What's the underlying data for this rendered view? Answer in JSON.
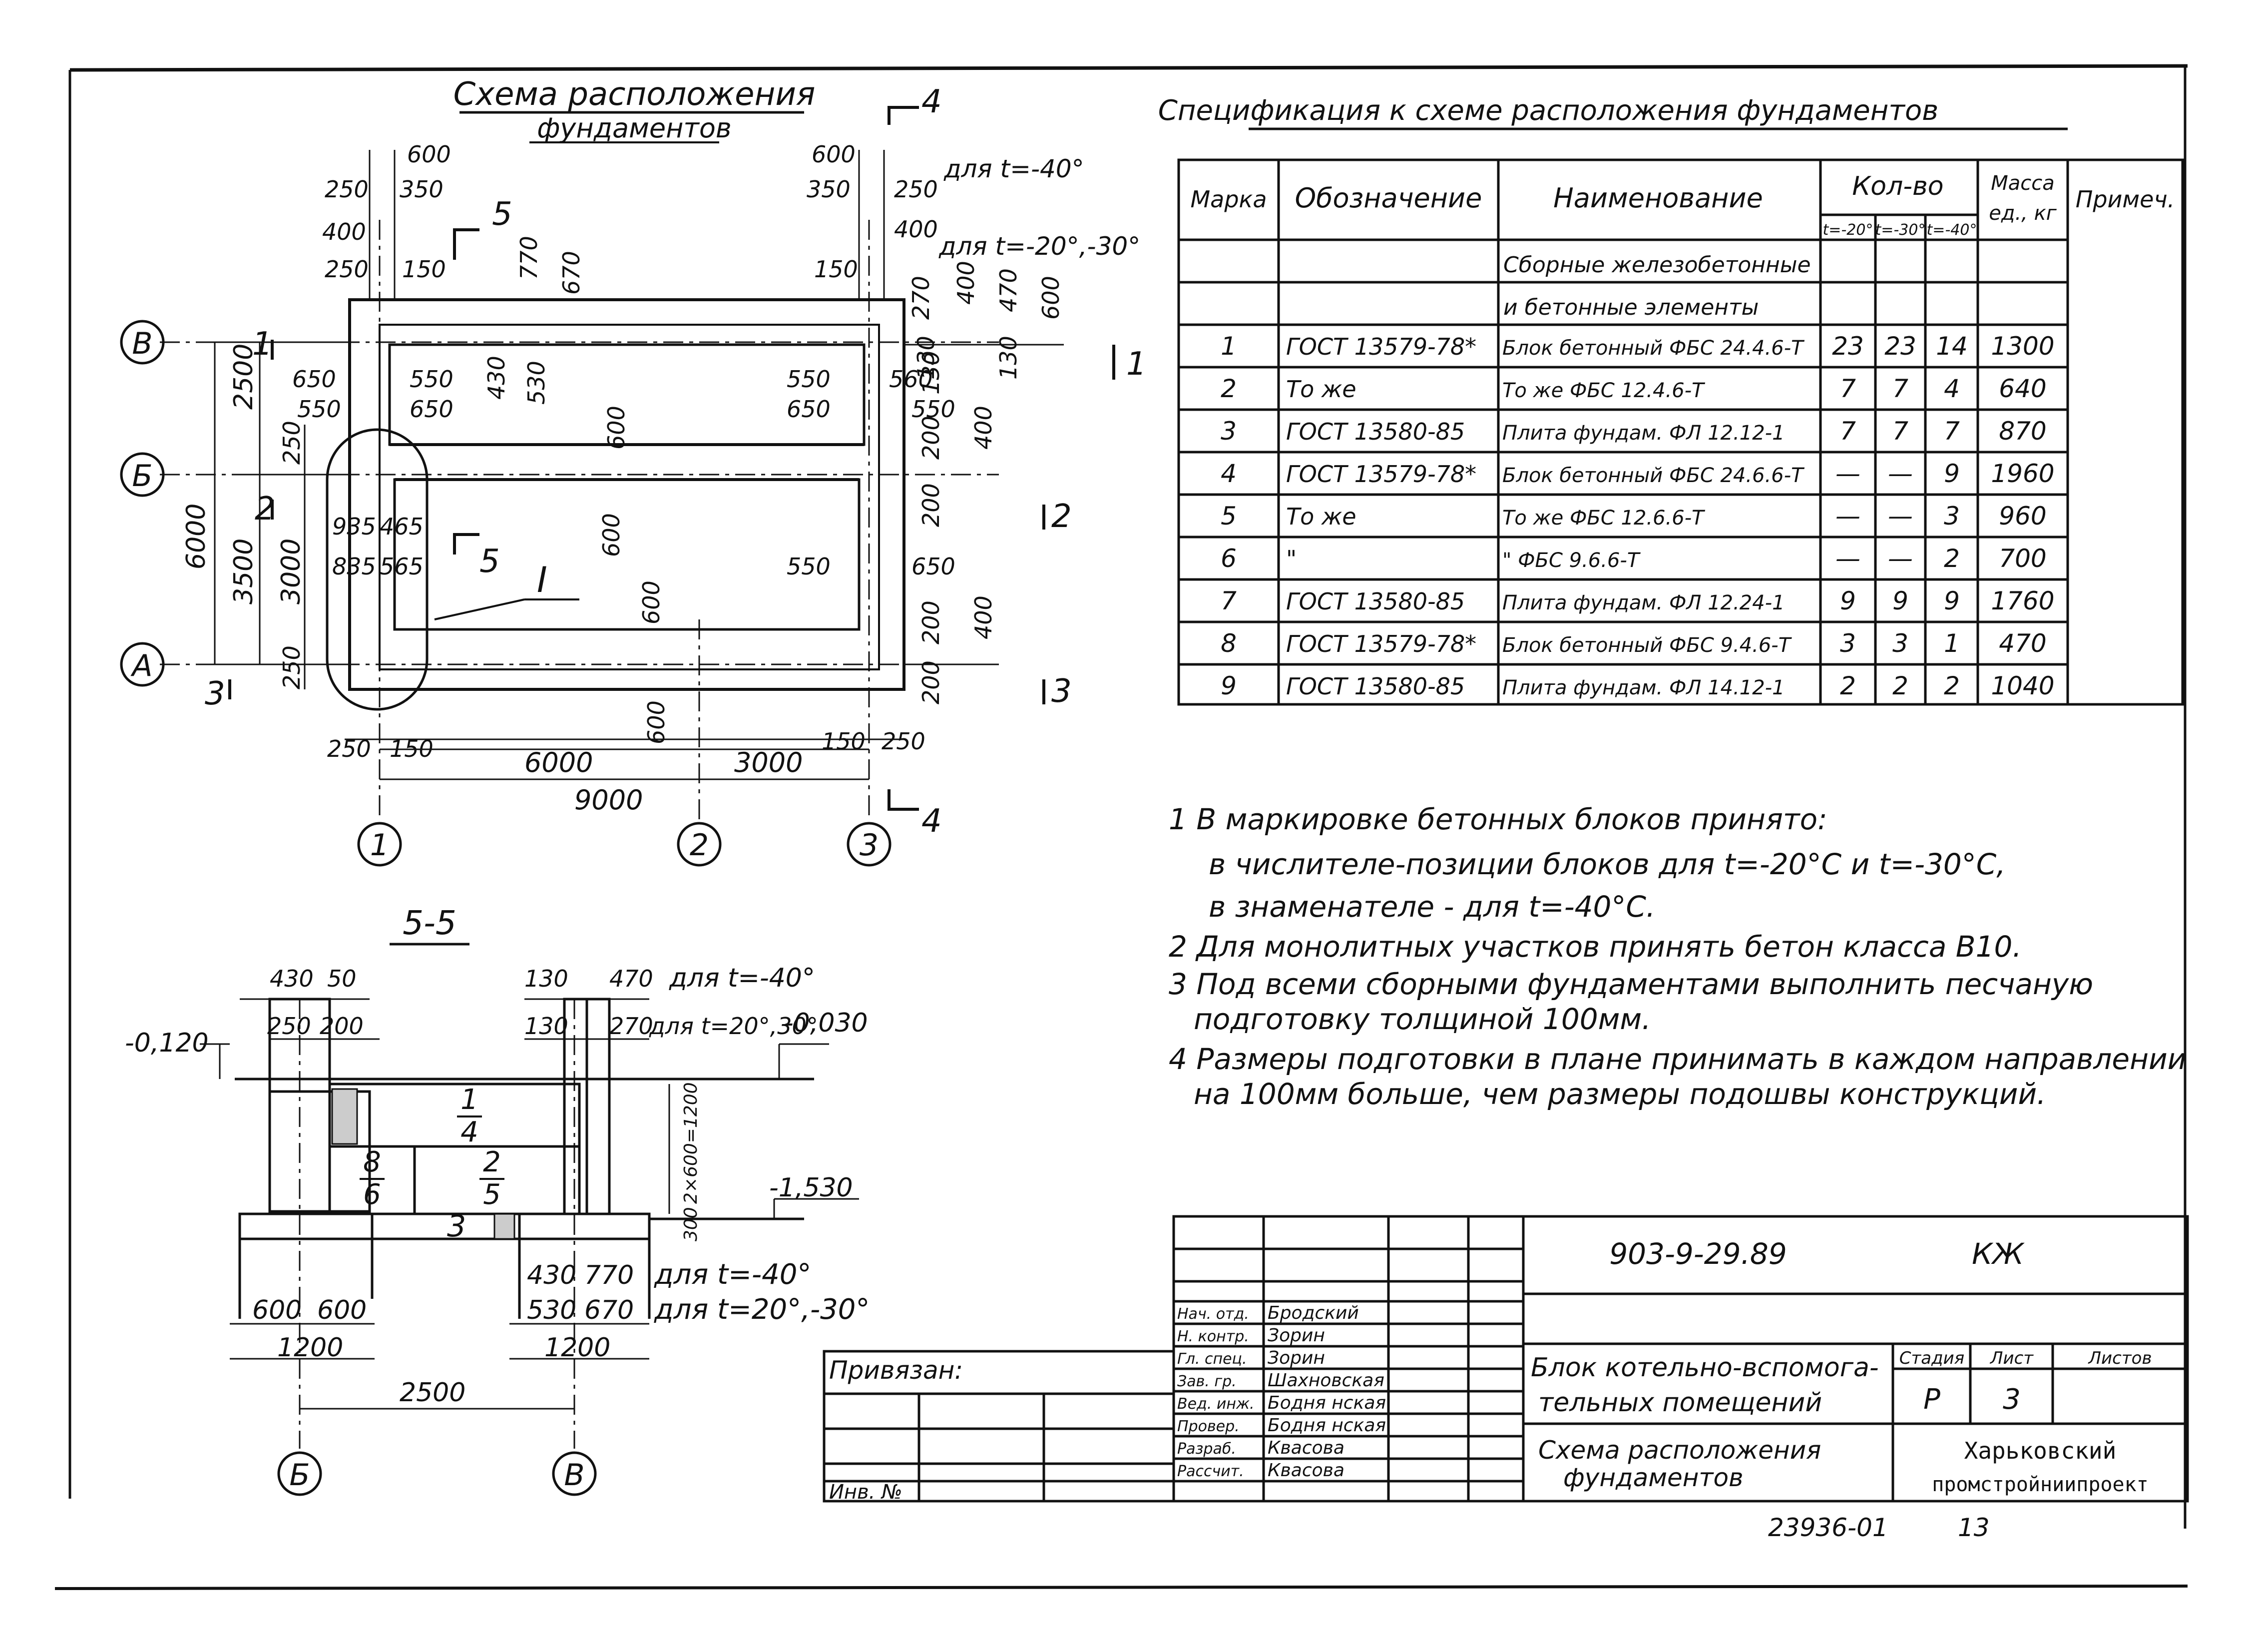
{
  "plan": {
    "title_line1": "Схема расположения",
    "title_line2": "фундаментов",
    "axes_letters": [
      "В",
      "Б",
      "А"
    ],
    "axes_numbers": [
      "1",
      "2",
      "3"
    ],
    "section_marks": [
      "1",
      "1",
      "2",
      "2",
      "3",
      "3",
      "4",
      "4",
      "5",
      "5"
    ],
    "detail_mark": "I",
    "note_t40": "для t=-40°",
    "note_t20": "для t=-20°,-30°",
    "dims": {
      "d600a": "600",
      "d250a": "250",
      "d350a": "350",
      "d400a": "400",
      "d250b": "250",
      "d150a": "150",
      "d600b": "600",
      "d350b": "350",
      "d250c": "250",
      "d400b": "400",
      "d150b": "150",
      "d770": "770",
      "d670": "670",
      "d270": "270",
      "d400c": "400",
      "d470": "470",
      "d600c": "600",
      "d130a": "130",
      "d130b": "130",
      "d650a": "650",
      "d550a": "550",
      "d550b": "550",
      "d650b": "650",
      "d430": "430",
      "d530": "530",
      "d600d": "600",
      "d550c": "550",
      "d650c": "650",
      "d130c": "130",
      "d550d": "550",
      "d560": "560",
      "d550e": "550",
      "d200a": "200",
      "d400d": "400",
      "d2500": "2500",
      "d6000v": "6000",
      "d3500": "3500",
      "d3000v": "3000",
      "d250d": "250",
      "d250e": "250",
      "d935": "935",
      "d465": "465",
      "d835": "835",
      "d565": "565",
      "d600e": "600",
      "d200b": "200",
      "d550f": "550",
      "d650d": "650",
      "d600f": "600",
      "d200c": "200",
      "d400e": "400",
      "d200d": "200",
      "d600g": "600",
      "d250f": "250",
      "d150c": "150",
      "d150d": "150",
      "d250g": "250",
      "d6000h": "6000",
      "d3000h": "3000",
      "d9000": "9000"
    }
  },
  "section": {
    "title": "5-5",
    "elev1": "-0,120",
    "elev2": "-0,030",
    "elev3": "-1,530",
    "block_top": "1",
    "block_top_den": "4",
    "block_left": "8",
    "block_left_den": "6",
    "block_mid": "2",
    "block_mid_den": "5",
    "slab": "3",
    "note_t40": "для t=-40°",
    "note_t40b": "для t=-40°",
    "note_t20": "для t=20°,-30°",
    "note_t20b": "для t=20°,30°",
    "dims": {
      "s430": "430",
      "s50": "50",
      "s250": "250",
      "s200": "200",
      "s130a": "130",
      "s470": "470",
      "s130b": "130",
      "s270": "270",
      "s2x600": "2×600=1200",
      "s300": "300",
      "s600a": "600",
      "s600b": "600",
      "s1200a": "1200",
      "s430b": "430",
      "s770": "770",
      "s530": "530",
      "s670": "670",
      "s1200b": "1200",
      "s2500": "2500"
    },
    "axes": [
      "Б",
      "В"
    ]
  },
  "spec": {
    "title": "Спецификация к схеме расположения фундаментов",
    "headers": {
      "mark": "Марка",
      "designation": "Обозначение",
      "name": "Наименование",
      "qty": "Кол-во",
      "q20": "t=-20°",
      "q30": "t=-30°",
      "q40": "t=-40°",
      "mass": "Масса ед., кг",
      "mass1": "Масса",
      "mass2": "ед., кг",
      "note": "Примеч."
    },
    "group_line1": "Сборные железобетонные",
    "group_line2": "и бетонные элементы",
    "rows": [
      {
        "mark": "1",
        "des": "ГОСТ 13579-78*",
        "name": "Блок бетонный ФБС 24.4.6-Т",
        "q20": "23",
        "q30": "23",
        "q40": "14",
        "mass": "1300"
      },
      {
        "mark": "2",
        "des": "То же",
        "name": "То же        ФБС 12.4.6-Т",
        "q20": "7",
        "q30": "7",
        "q40": "4",
        "mass": "640"
      },
      {
        "mark": "3",
        "des": "ГОСТ 13580-85",
        "name": "Плита фундам. ФЛ 12.12-1",
        "q20": "7",
        "q30": "7",
        "q40": "7",
        "mass": "870"
      },
      {
        "mark": "4",
        "des": "ГОСТ 13579-78*",
        "name": "Блок бетонный ФБС 24.6.6-Т",
        "q20": "—",
        "q30": "—",
        "q40": "9",
        "mass": "1960"
      },
      {
        "mark": "5",
        "des": "То же",
        "name": "То же        ФБС 12.6.6-Т",
        "q20": "—",
        "q30": "—",
        "q40": "3",
        "mass": "960"
      },
      {
        "mark": "6",
        "des": "\"",
        "name": "\"           ФБС 9.6.6-Т",
        "q20": "—",
        "q30": "—",
        "q40": "2",
        "mass": "700"
      },
      {
        "mark": "7",
        "des": "ГОСТ 13580-85",
        "name": "Плита фундам. ФЛ 12.24-1",
        "q20": "9",
        "q30": "9",
        "q40": "9",
        "mass": "1760"
      },
      {
        "mark": "8",
        "des": "ГОСТ 13579-78*",
        "name": "Блок бетонный ФБС 9.4.6-Т",
        "q20": "3",
        "q30": "3",
        "q40": "1",
        "mass": "470"
      },
      {
        "mark": "9",
        "des": "ГОСТ 13580-85",
        "name": "Плита фундам. ФЛ 14.12-1",
        "q20": "2",
        "q30": "2",
        "q40": "2",
        "mass": "1040"
      }
    ]
  },
  "notes": [
    "1  В маркировке бетонных блоков принято:",
    "в числителе-позиции блоков для  t=-20°C  и t=-30°C,",
    "в знаменателе - для  t=-40°C.",
    "2  Для монолитных участков принять бетон  класса В10.",
    "3  Под всеми сборными фундаментами выполнить  песчаную",
    "подготовку толщиной 100мм.",
    "4  Размеры подготовки в плане принимать в каждом направлении",
    "на 100мм больше, чем размеры подошвы конструкций."
  ],
  "stamp": {
    "code": "903-9-29.89",
    "brand": "КЖ",
    "bound": "Привязан:",
    "inv": "Инв. №",
    "object_line1": "Блок котельно-вспомога-",
    "object_line2": "тельных помещений",
    "stage_h": "Стадия",
    "sheet_h": "Лист",
    "sheets_h": "Листов",
    "stage": "Р",
    "sheet": "3",
    "drawing_line1": "Схема расположения",
    "drawing_line2": "фундаментов",
    "org_line1": "Харьковский",
    "org_line2": "промстройниипроект",
    "roles": [
      "Нач. отд.",
      "Н. контр.",
      "Гл. спец.",
      "Зав. гр.",
      "Вед. инж.",
      "Провер.",
      "Разраб.",
      "Рассчит."
    ],
    "names": [
      "Бродский",
      "Зорин",
      "Зорин",
      "Шахновская",
      "Бодня нская",
      "Бодня нская",
      "Квасова",
      "Квасова"
    ],
    "number": "23936-01",
    "page": "13"
  }
}
